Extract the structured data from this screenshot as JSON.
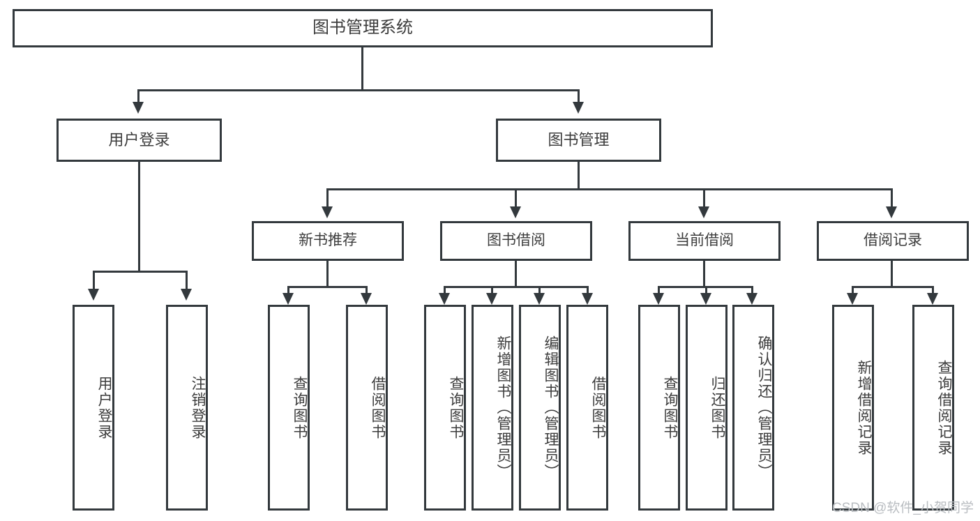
{
  "diagram": {
    "title": "图书管理系统",
    "type": "功能结构图",
    "root": {
      "label": "图书管理系统"
    },
    "level2": [
      {
        "label": "用户登录"
      },
      {
        "label": "图书管理"
      }
    ],
    "level3": [
      {
        "label": "新书推荐"
      },
      {
        "label": "图书借阅"
      },
      {
        "label": "当前借阅"
      },
      {
        "label": "借阅记录"
      }
    ],
    "leaves": {
      "user_login": [
        {
          "label": "用户登录"
        },
        {
          "label": "注销登录"
        }
      ],
      "new_book_recommend": [
        {
          "label": "查询图书"
        },
        {
          "label": "借阅图书"
        }
      ],
      "book_borrow": [
        {
          "label": "查询图书"
        },
        {
          "label": "新增图书（管理员）"
        },
        {
          "label": "编辑图书（管理员）"
        },
        {
          "label": "借阅图书"
        }
      ],
      "current_borrow": [
        {
          "label": "查询图书"
        },
        {
          "label": "归还图书"
        },
        {
          "label": "确认归还（管理员）"
        }
      ],
      "borrow_record": [
        {
          "label": "新增借阅记录"
        },
        {
          "label": "查询借阅记录"
        }
      ]
    }
  },
  "watermark": {
    "text": "CSDN @软件_小贺同学"
  },
  "colors": {
    "stroke": "#33393d",
    "text": "#3c3c3c",
    "background": "#ffffff",
    "watermark": "#b9bdc1"
  }
}
